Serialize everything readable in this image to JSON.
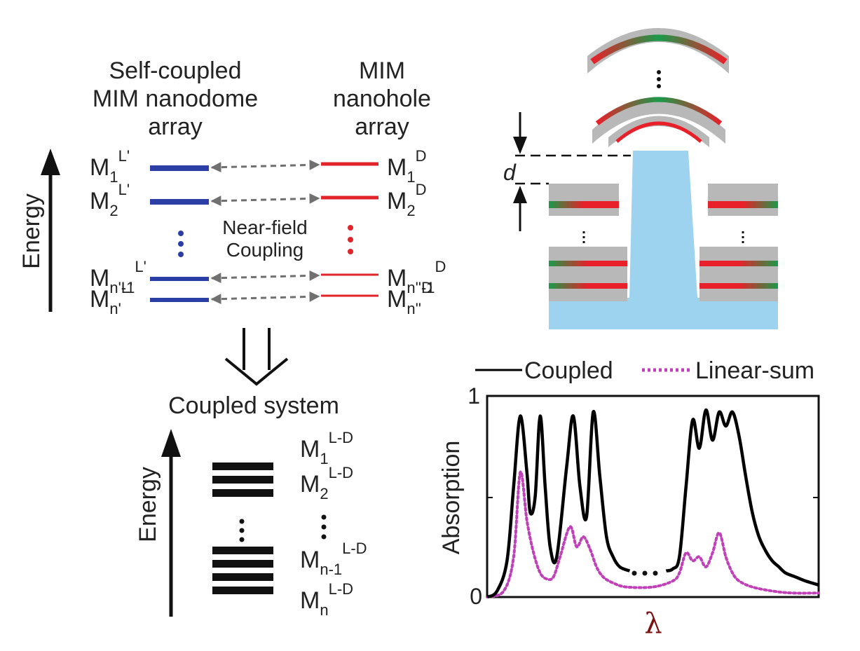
{
  "headers": {
    "left": [
      "Self-coupled",
      "MIM nanodome",
      "array"
    ],
    "right": [
      "MIM",
      "nanohole",
      "array"
    ]
  },
  "energy_label": "Energy",
  "coupling_label": [
    "Near-field",
    "Coupling"
  ],
  "levels_left": [
    {
      "base": "M",
      "sub": "1",
      "sup": "L'"
    },
    {
      "base": "M",
      "sub": "2",
      "sup": "L'"
    },
    {
      "base": "M",
      "sub": "n'-1",
      "sup": "L'"
    },
    {
      "base": "M",
      "sub": "n'",
      "sup": "L'"
    }
  ],
  "levels_right": [
    {
      "base": "M",
      "sub": "1",
      "sup": "D"
    },
    {
      "base": "M",
      "sub": "2",
      "sup": "D"
    },
    {
      "base": "M",
      "sub": "n''-1",
      "sup": "D"
    },
    {
      "base": "M",
      "sub": "n''",
      "sup": "D"
    }
  ],
  "coupled_title": "Coupled system",
  "coupled_levels": [
    {
      "base": "M",
      "sub": "1",
      "sup": "L-D"
    },
    {
      "base": "M",
      "sub": "2",
      "sup": "L-D"
    },
    {
      "base": "M",
      "sub": "n-1",
      "sup": "L-D"
    },
    {
      "base": "M",
      "sub": "n",
      "sup": "L-D"
    }
  ],
  "structure": {
    "gap_label": "d",
    "colors": {
      "substrate": "#9ed3ef",
      "layer": "#b8b8b8",
      "resonance_red": "#e8202a",
      "resonance_green": "#1a9a4a"
    }
  },
  "colors": {
    "left_levels": "#2a3ea6",
    "right_levels": "#e0242a",
    "arrows": "#707070",
    "linear_sum": "#c040b8"
  },
  "chart_data": {
    "type": "line",
    "xlabel": "λ",
    "ylabel": "Absorption",
    "yticks": [
      "0",
      "1"
    ],
    "ylim": [
      0,
      1
    ],
    "xlim": [
      0,
      1
    ],
    "x_ticks_shown": false,
    "legend_position": "top",
    "series": [
      {
        "name": "Coupled",
        "color": "#000000",
        "style": "solid",
        "x": [
          0.0,
          0.03,
          0.06,
          0.08,
          0.1,
          0.12,
          0.13,
          0.145,
          0.16,
          0.175,
          0.19,
          0.21,
          0.24,
          0.26,
          0.28,
          0.3,
          0.32,
          0.34,
          0.36,
          0.38,
          0.4,
          0.43
        ],
        "values": [
          0.0,
          0.03,
          0.18,
          0.55,
          0.9,
          0.62,
          0.42,
          0.5,
          0.9,
          0.55,
          0.25,
          0.2,
          0.65,
          0.9,
          0.55,
          0.4,
          0.92,
          0.6,
          0.3,
          0.2,
          0.15,
          0.13
        ],
        "x_2": [
          0.54,
          0.56,
          0.58,
          0.6,
          0.62,
          0.64,
          0.66,
          0.68,
          0.7,
          0.72,
          0.74,
          0.76,
          0.78,
          0.8,
          0.82,
          0.84,
          0.86,
          0.88,
          0.9,
          0.93,
          0.96,
          1.0
        ],
        "values_2": [
          0.13,
          0.14,
          0.2,
          0.55,
          0.88,
          0.74,
          0.93,
          0.78,
          0.92,
          0.85,
          0.92,
          0.8,
          0.6,
          0.42,
          0.3,
          0.23,
          0.18,
          0.15,
          0.12,
          0.1,
          0.08,
          0.06
        ]
      },
      {
        "name": "Linear-sum",
        "color": "#c040b8",
        "style": "dotted",
        "x": [
          0.0,
          0.05,
          0.08,
          0.1,
          0.12,
          0.14,
          0.16,
          0.18,
          0.2,
          0.22,
          0.25,
          0.27,
          0.29,
          0.31,
          0.33,
          0.35,
          0.38,
          0.42,
          0.5,
          0.56,
          0.58,
          0.6,
          0.62,
          0.64,
          0.66,
          0.68,
          0.7,
          0.72,
          0.74,
          0.76,
          0.8,
          0.86,
          0.92,
          1.0
        ],
        "values": [
          0.0,
          0.03,
          0.2,
          0.62,
          0.38,
          0.22,
          0.12,
          0.09,
          0.1,
          0.2,
          0.35,
          0.25,
          0.3,
          0.24,
          0.15,
          0.1,
          0.07,
          0.05,
          0.05,
          0.08,
          0.12,
          0.22,
          0.18,
          0.2,
          0.15,
          0.22,
          0.32,
          0.2,
          0.12,
          0.08,
          0.05,
          0.03,
          0.02,
          0.02
        ]
      }
    ]
  }
}
